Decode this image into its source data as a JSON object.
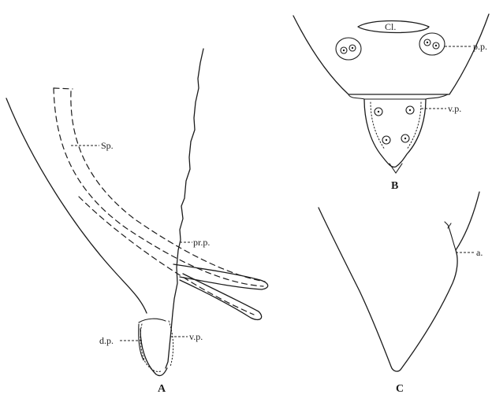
{
  "figure": {
    "panels": {
      "A": "A",
      "B": "B",
      "C": "C"
    },
    "labels": {
      "sp": "Sp.",
      "prp": "pr.p.",
      "dp": "d.p.",
      "vp_a": "v.p.",
      "cl": "Cl.",
      "pp": "p.p.",
      "vp_b": "v.p.",
      "a": "a."
    }
  }
}
